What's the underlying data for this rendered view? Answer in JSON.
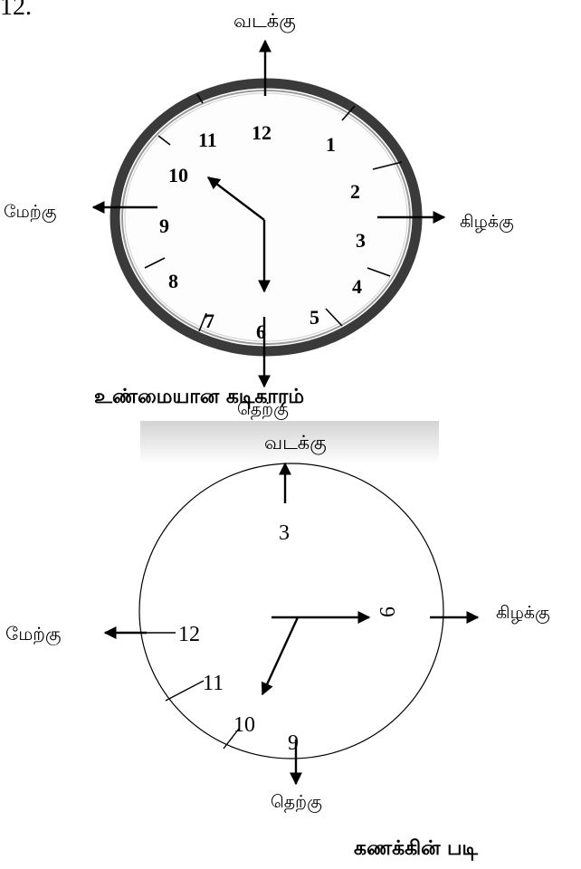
{
  "question_number": "12.",
  "clock1": {
    "north": "வடக்கு",
    "south": "தெற்கு",
    "east": "கிழக்கு",
    "west": "மேற்கு",
    "numbers": [
      "12",
      "1",
      "2",
      "3",
      "4",
      "5",
      "6",
      "7",
      "8",
      "9",
      "10",
      "11"
    ],
    "caption": "உண்மையான கடிகாரம்"
  },
  "clock2": {
    "north": "வடக்கு",
    "south": "தெற்கு",
    "east": "கிழக்கு",
    "west": "மேற்கு",
    "numbers": {
      "n3": "3",
      "n6": "6",
      "n9": "9",
      "n10": "10",
      "n11": "11",
      "n12": "12"
    },
    "caption": "கணக்கின் படி"
  }
}
